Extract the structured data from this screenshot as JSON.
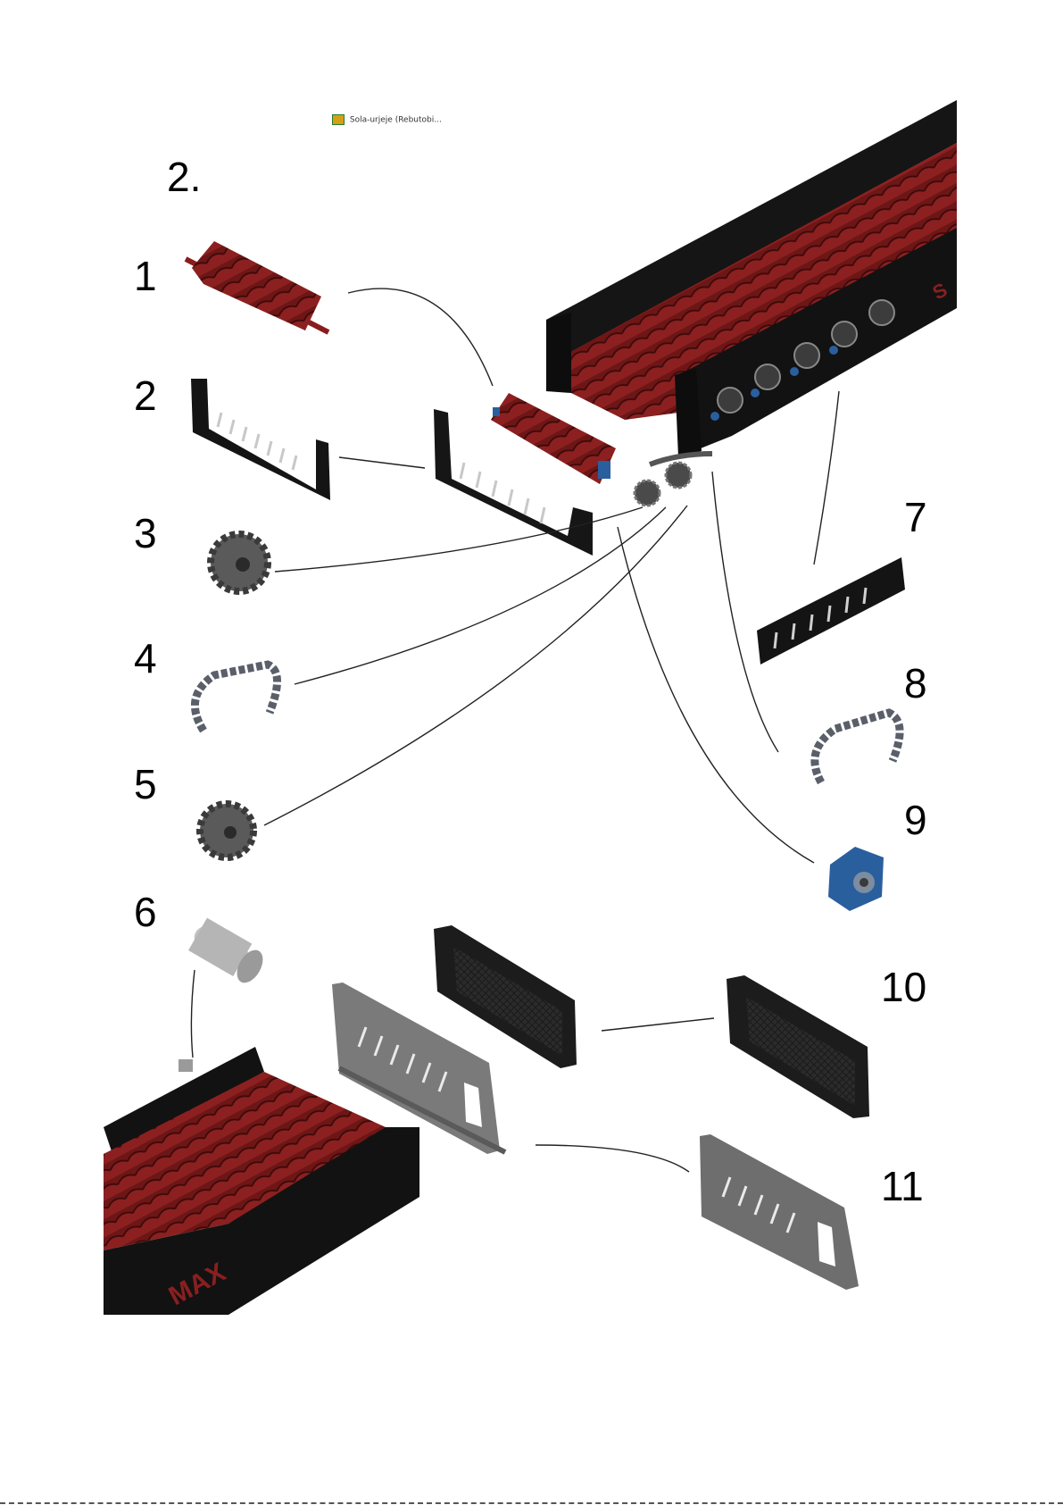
{
  "figure": {
    "label": "2.",
    "toolbar_caption": "Sola-urjeje (Rebutobi..."
  },
  "callouts": [
    {
      "num": "1"
    },
    {
      "num": "2"
    },
    {
      "num": "3"
    },
    {
      "num": "4"
    },
    {
      "num": "5"
    },
    {
      "num": "6"
    },
    {
      "num": "7"
    },
    {
      "num": "8"
    },
    {
      "num": "9"
    },
    {
      "num": "10"
    },
    {
      "num": "11"
    }
  ],
  "brand": {
    "frame_text": "MAX"
  },
  "colors": {
    "roller": "#7a1a1a",
    "roller_dark": "#5a0f0f",
    "frame": "#111111",
    "steel": "#3a3a3a",
    "sprocket": "#555555",
    "bearing": "#2a5f9e",
    "bushing": "#b5b5b5"
  }
}
